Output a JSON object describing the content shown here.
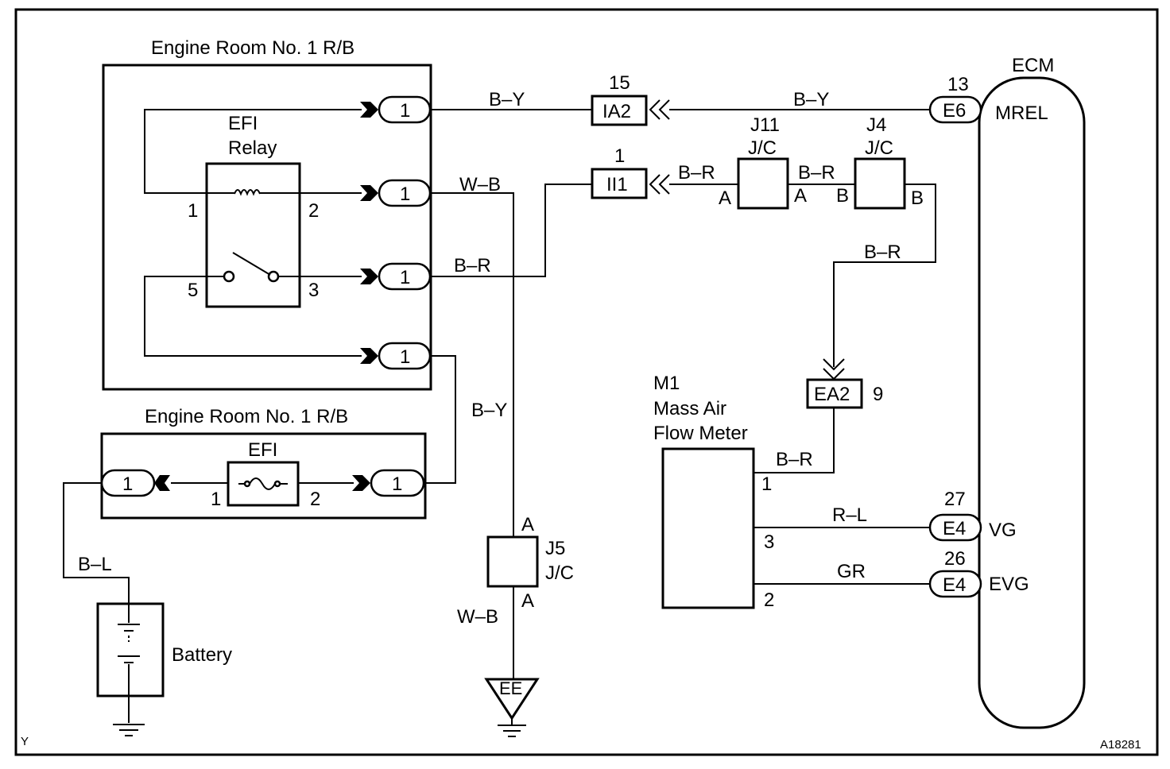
{
  "relay_box": {
    "title": "Engine Room No. 1 R/B",
    "relay_name_line1": "EFI",
    "relay_name_line2": "Relay",
    "pins": [
      "1",
      "2",
      "5",
      "3"
    ],
    "connector_label": "1"
  },
  "fuse_box": {
    "title": "Engine Room No. 1 R/B",
    "fuse_name": "EFI",
    "pins": [
      "1",
      "2"
    ],
    "connector_label": "1"
  },
  "battery": {
    "label": "Battery"
  },
  "wires": {
    "by_top_left": "B–Y",
    "by_top_right": "B–Y",
    "wb_top": "W–B",
    "br_relay3": "B–R",
    "br_ii1": "B–R",
    "br_j11": "B–R",
    "br_j4": "B–R",
    "by_vertical": "B–Y",
    "wb_bottom": "W–B",
    "bl_battery": "B–L",
    "br_maf": "B–R",
    "rl": "R–L",
    "gr": "GR"
  },
  "connectors": {
    "ia2": {
      "code": "IA2",
      "pin": "15"
    },
    "ii1": {
      "code": "II1",
      "pin": "1"
    },
    "ea2": {
      "code": "EA2",
      "pin": "9"
    }
  },
  "junctions": {
    "j11": {
      "name": "J11",
      "type": "J/C",
      "pin_in": "A",
      "pin_out": "A"
    },
    "j4": {
      "name": "J4",
      "type": "J/C",
      "pin_in": "B",
      "pin_out": "B"
    },
    "j5": {
      "name": "J5",
      "type": "J/C",
      "pin_top": "A",
      "pin_bottom": "A"
    }
  },
  "ground": {
    "label": "EE"
  },
  "maf": {
    "code": "M1",
    "name_line1": "Mass Air",
    "name_line2": "Flow Meter",
    "pins": [
      "1",
      "3",
      "2"
    ]
  },
  "ecm": {
    "title": "ECM",
    "terminals": [
      {
        "connector": "E6",
        "pin": "13",
        "signal": "MREL"
      },
      {
        "connector": "E4",
        "pin": "27",
        "signal": "VG"
      },
      {
        "connector": "E4",
        "pin": "26",
        "signal": "EVG"
      }
    ]
  },
  "corner_left": "Y",
  "corner_right": "A18281"
}
